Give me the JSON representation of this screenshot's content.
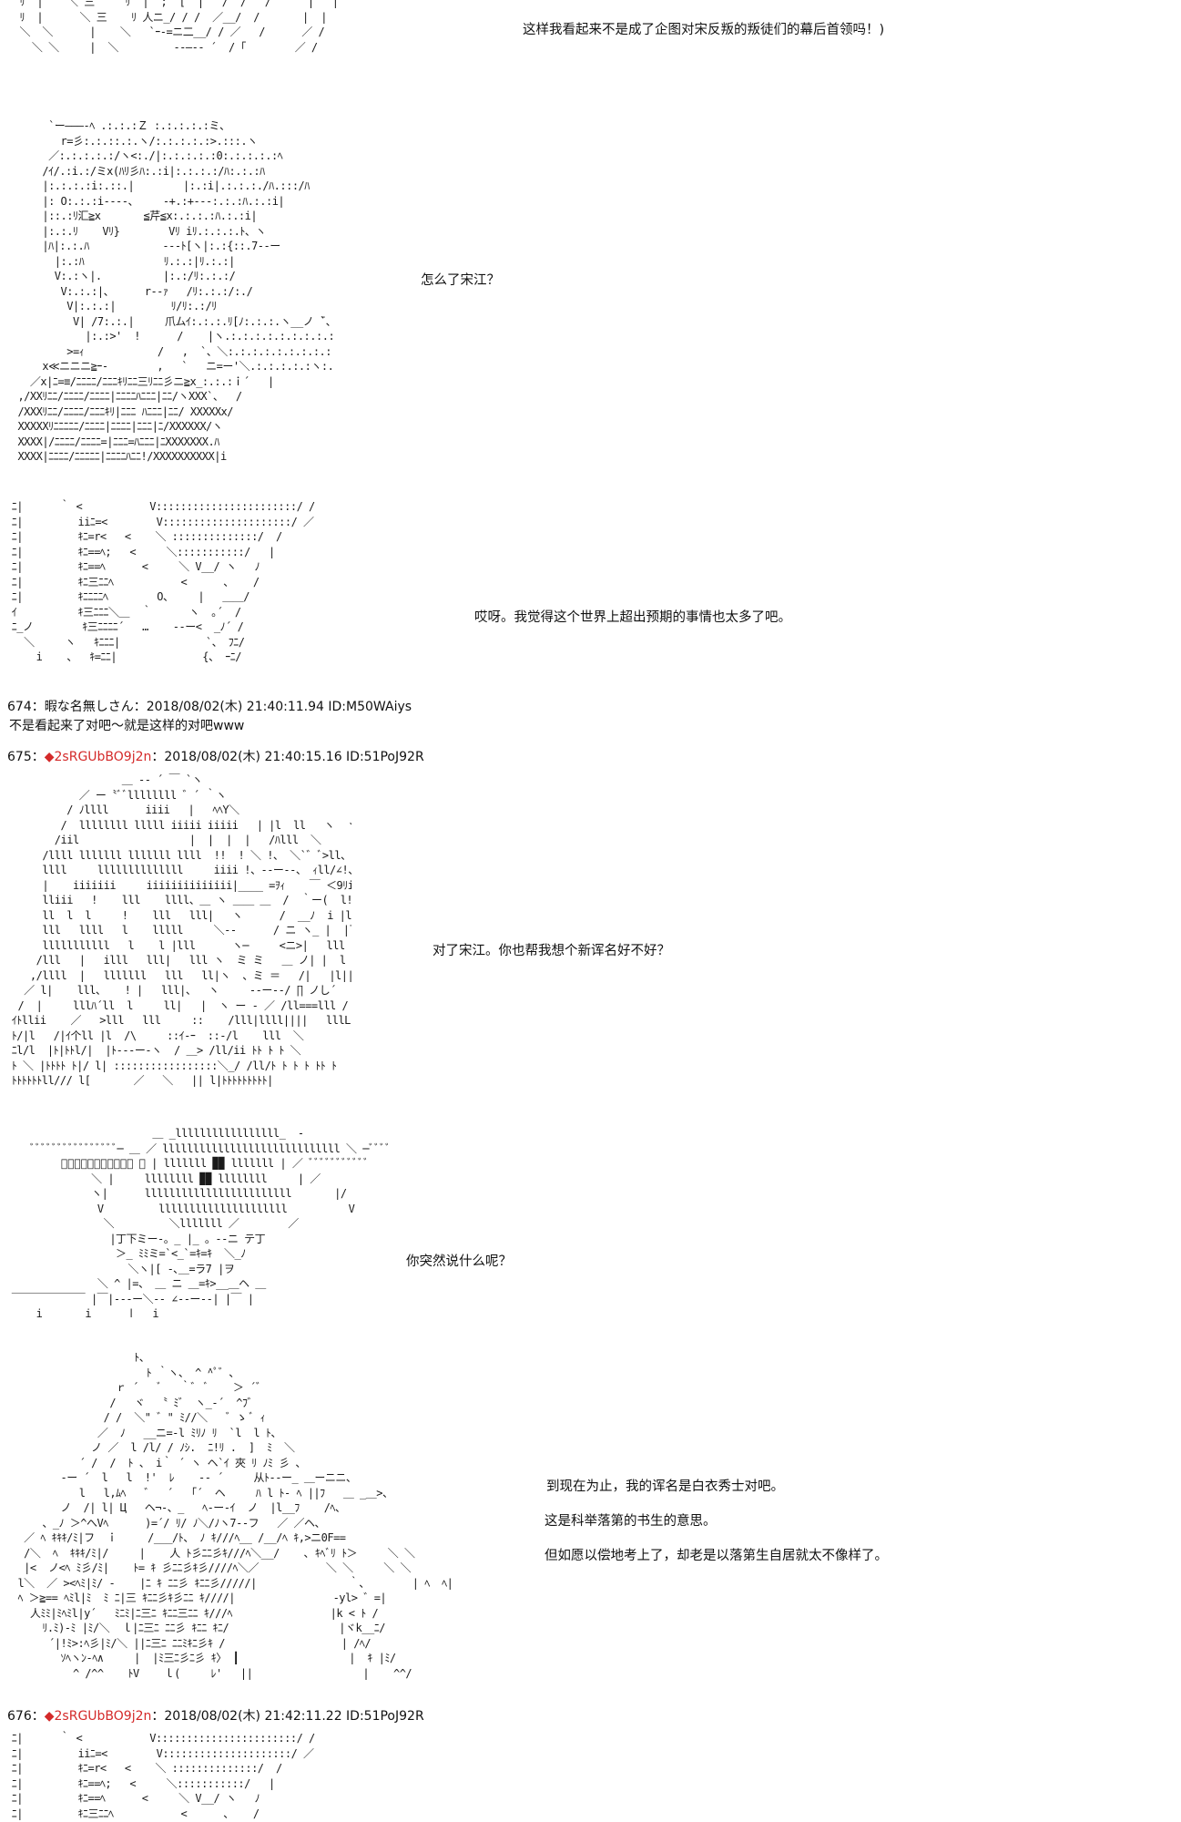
{
  "dialogue": [
    {
      "id": "d1",
      "text": "这样我看起来不是成了企图对宋反叛的叛徒们的幕后首领吗！)"
    },
    {
      "id": "d2",
      "text": "怎么了宋江？"
    },
    {
      "id": "d3",
      "text": "哎呀。我觉得这个世界上超出预期的事情也太多了吧。"
    },
    {
      "id": "d4",
      "text": "对了宋江。你也帮我想个新诨名好不好？"
    },
    {
      "id": "d5",
      "text": "你突然说什么呢？"
    },
    {
      "id": "d6",
      "text": "到现在为止，我的诨名是白衣秀士对吧。"
    },
    {
      "id": "d7",
      "text": "这是科举落第的书生的意思。"
    },
    {
      "id": "d8",
      "text": "但如愿以偿地考上了，却老是以落第生自居就太不像样了。"
    }
  ],
  "posts": [
    {
      "number": "674",
      "sep": "：",
      "name": "暇な名無しさん",
      "datetime": "：2018/08/02(木) 21:40:11.94 ID:M50WAiys",
      "body": "不是看起来了对吧～就是这样的对吧www"
    },
    {
      "number": "675",
      "sep": "：",
      "diamond": "◆",
      "trip": "2sRGUbBO9j2n",
      "datetime": "：2018/08/02(木) 21:40:15.16 ID:51PoJ92R"
    },
    {
      "number": "676",
      "sep": "：",
      "diamond": "◆",
      "trip": "2sRGUbBO9j2n",
      "datetime": "：2018/08/02(木) 21:42:11.22 ID:51PoJ92R"
    }
  ]
}
